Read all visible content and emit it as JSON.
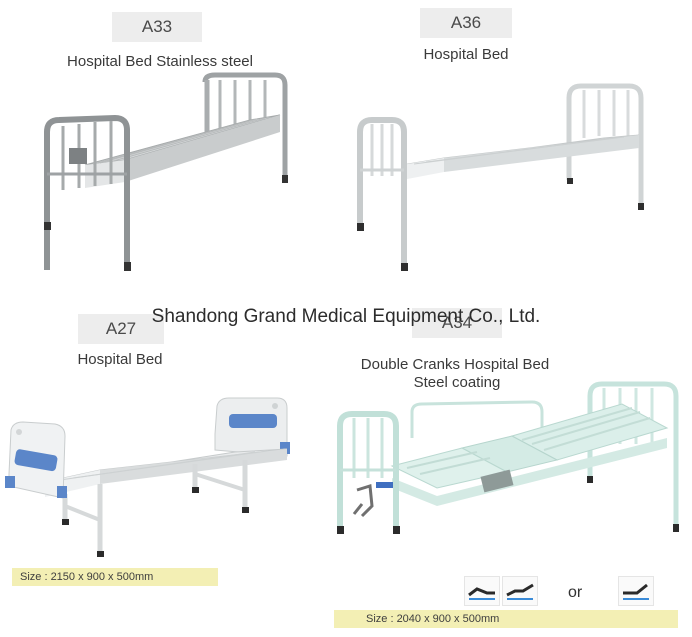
{
  "watermark": "Shandong Grand Medical Equipment Co., Ltd.",
  "products": [
    {
      "code": "A33",
      "caption": "Hospital Bed Stainless steel"
    },
    {
      "code": "A36",
      "caption": "Hospital Bed"
    },
    {
      "code": "A27",
      "caption": "Hospital Bed",
      "size": "Size : 2150 x 900 x 500mm"
    },
    {
      "code": "A34",
      "caption_line1": "Double Cranks Hospital Bed",
      "caption_line2": "Steel coating",
      "size": "Size : 2040 x 900 x 500mm",
      "or_label": "or"
    }
  ],
  "colors": {
    "stainless": "#b9bcbd",
    "white_steel": "#dfe3e4",
    "blue_panel": "#5b86c9",
    "green_coat": "#d9eee9",
    "size_bar": "#f3efb4"
  }
}
